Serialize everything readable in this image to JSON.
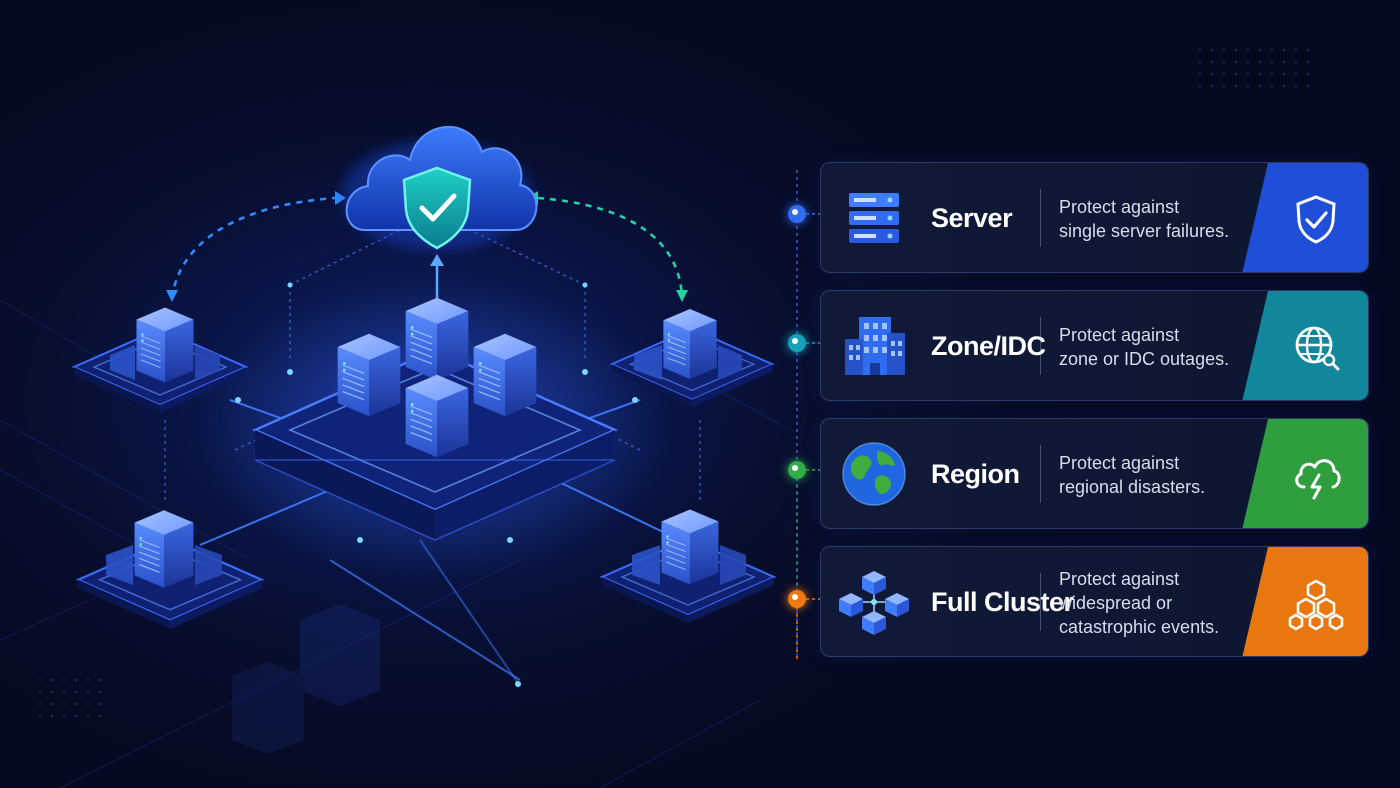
{
  "colors": {
    "server": "#2f6cf0",
    "zone": "#14a3b8",
    "region": "#2fae4a",
    "cluster": "#f07a12"
  },
  "levels": [
    {
      "title": "Server",
      "desc": [
        "Protect against",
        "single server failures."
      ],
      "left_icon": "server-rack-icon",
      "badge_icon": "shield-check-icon"
    },
    {
      "title": "Zone/IDC",
      "desc": [
        "Protect against",
        "zone or IDC outages."
      ],
      "left_icon": "building-icon",
      "badge_icon": "globe-search-icon"
    },
    {
      "title": "Region",
      "desc": [
        "Protect against",
        "regional disasters."
      ],
      "left_icon": "earth-globe-icon",
      "badge_icon": "cloud-lightning-icon"
    },
    {
      "title": "Full Cluster",
      "desc": [
        "Protect against",
        "widespread or",
        "catastrophic events."
      ],
      "left_icon": "cube-cluster-icon",
      "badge_icon": "hexagon-nodes-icon"
    }
  ],
  "diagram": {
    "center_icon": "cloud-shield-check-icon",
    "node_icon": "server-block-icon"
  }
}
